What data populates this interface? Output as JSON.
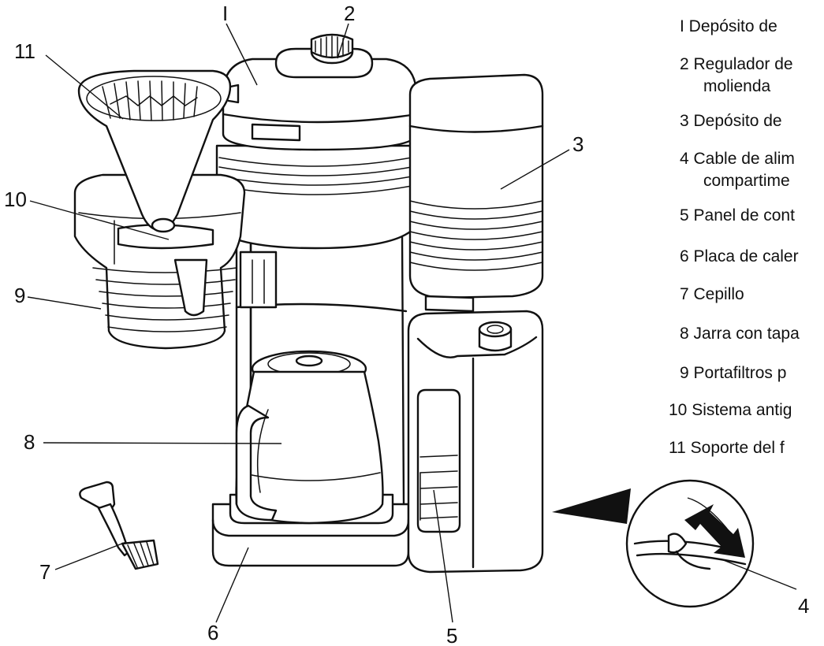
{
  "callouts": {
    "c1": "I",
    "c2": "2",
    "c3": "3",
    "c4": "4",
    "c5": "5",
    "c6": "6",
    "c7": "7",
    "c8": "8",
    "c9": "9",
    "c10": "10",
    "c11": "11"
  },
  "legend": [
    {
      "line1": "I Depósito de",
      "line2": ""
    },
    {
      "line1": "2 Regulador de",
      "line2": "molienda"
    },
    {
      "line1": "3 Depósito de",
      "line2": ""
    },
    {
      "line1": "4 Cable de alim",
      "line2": "compartime"
    },
    {
      "line1": "5 Panel de cont",
      "line2": ""
    },
    {
      "line1": "6 Placa de caler",
      "line2": ""
    },
    {
      "line1": "7 Cepillo",
      "line2": ""
    },
    {
      "line1": "8 Jarra con tapa",
      "line2": ""
    },
    {
      "line1": "9 Portafiltros p",
      "line2": ""
    },
    {
      "line1": "10 Sistema antig",
      "line2": ""
    },
    {
      "line1": "11 Soporte del f",
      "line2": ""
    }
  ]
}
